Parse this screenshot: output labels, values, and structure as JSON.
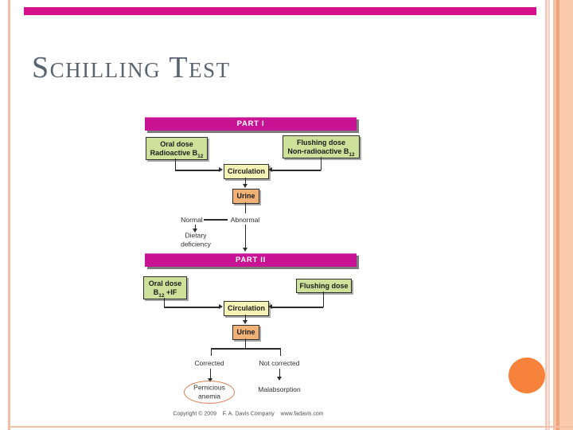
{
  "slide": {
    "title": "Schilling Test",
    "copyright": "Copyright © 2009    F. A. Davis Company    www.fadavis.com"
  },
  "theme": {
    "top_bar": "#D5128C",
    "part_bar": "#C81394",
    "green_box": "#CEE19A",
    "yellow_box": "#F6F3B6",
    "orange_box": "#F0B277",
    "circle": "#F6823B",
    "title_color": "#59646F",
    "ellipse_outline": "#DB7E52",
    "edge_stripe": "#F3BCA6"
  },
  "diagram": {
    "part1": {
      "header": "PART I",
      "left_box": {
        "line1": "Oral dose",
        "line2_pre": "Radioactive B",
        "line2_sub": "12"
      },
      "right_box": {
        "line1": "Flushing dose",
        "line2_pre": "Non-radioactive B",
        "line2_sub": "12"
      },
      "circulation": "Circulation",
      "urine": "Urine",
      "outcome_left": "Normal",
      "outcome_right": "Abnormal",
      "left_result": [
        "Dietary",
        "deficiency"
      ]
    },
    "part2": {
      "header": "PART II",
      "left_box": {
        "line1": "Oral dose",
        "line2_pre": "B",
        "line2_sub": "12",
        "line2_post": " +IF"
      },
      "right_box": {
        "line1": "Flushing dose"
      },
      "circulation": "Circulation",
      "urine": "Urine",
      "outcome_left": "Corrected",
      "outcome_right": "Not corrected",
      "left_result": [
        "Pernicious",
        "anemia"
      ],
      "right_result": "Malabsorption"
    }
  }
}
